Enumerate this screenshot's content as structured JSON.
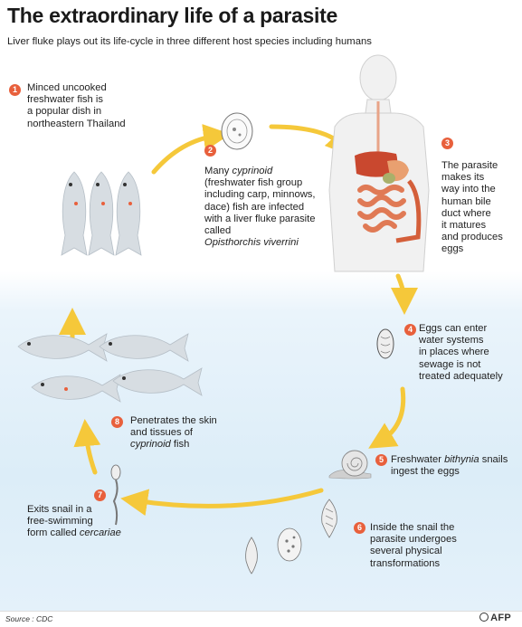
{
  "title": "The extraordinary life of a parasite",
  "subtitle": "Liver fluke plays out its life-cycle in three different host species including humans",
  "steps": [
    {
      "num": "1",
      "lines": [
        "Minced uncooked",
        "freshwater fish is",
        "a popular dish in",
        "northeastern Thailand"
      ]
    },
    {
      "num": "2",
      "line1_pre": "Many ",
      "line1_italic": "cyprinoid",
      "lines": [
        "(freshwater fish group",
        "including carp, minnows,",
        "dace) fish are infected",
        "with a liver fluke parasite",
        "called"
      ],
      "species": "Opisthorchis viverrini"
    },
    {
      "num": "3",
      "lines": [
        "The parasite",
        "makes its",
        "way into the",
        "human bile",
        "duct where",
        "it matures",
        "and produces",
        "eggs"
      ]
    },
    {
      "num": "4",
      "lines": [
        "Eggs can enter",
        "water systems",
        "in places where",
        "sewage is not",
        "treated adequately"
      ]
    },
    {
      "num": "5",
      "pre": "Freshwater ",
      "italic": "bithynia",
      "post": " snails",
      "line2": "ingest the eggs"
    },
    {
      "num": "6",
      "lines": [
        "Inside the snail the",
        "parasite undergoes",
        "several physical",
        "transformations"
      ]
    },
    {
      "num": "7",
      "lines": [
        "Exits snail in a",
        "free-swimming"
      ],
      "line3_pre": "form called ",
      "line3_italic": "cercariae"
    },
    {
      "num": "8",
      "lines": [
        "Penetrates the skin",
        "and tissues of"
      ],
      "line3_italic": "cyprinoid",
      "line3_post": " fish"
    }
  ],
  "footer": {
    "source": "Source : CDC",
    "agency": "AFP"
  },
  "colors": {
    "accent": "#e8603c",
    "arrow": "#f5c83a",
    "water": "#dcedf8",
    "organ": "#e07a55"
  },
  "icons": [
    "fish-icon",
    "human-body-icon",
    "snail-icon",
    "egg-icon",
    "larva-icon"
  ]
}
